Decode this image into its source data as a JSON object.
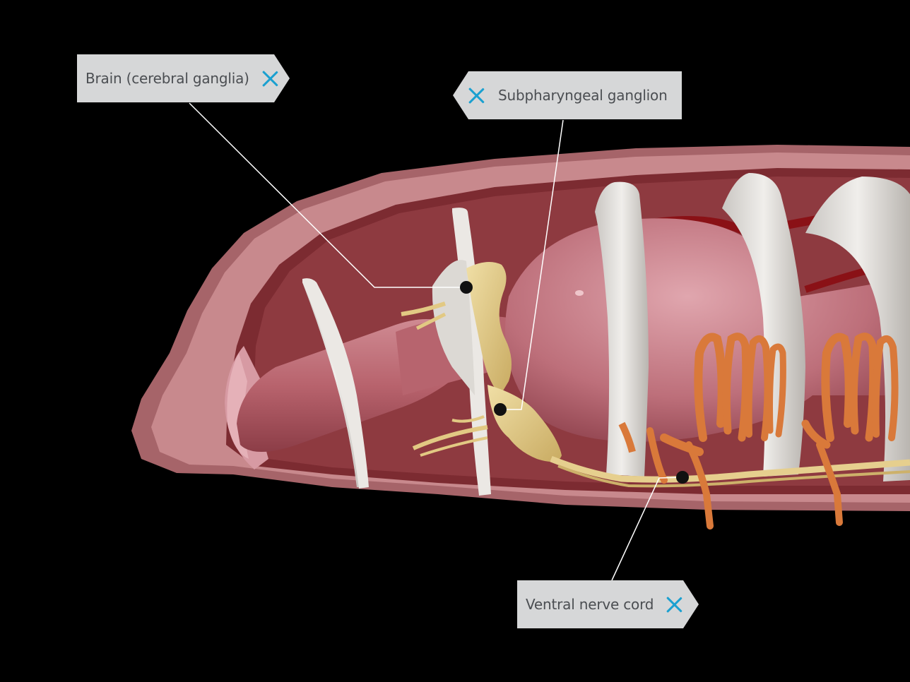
{
  "labels": {
    "brain": {
      "text": "Brain (cerebral ganglia)",
      "close_icon": "close-x-icon"
    },
    "subpharyngeal": {
      "text": "Subpharyngeal ganglion",
      "close_icon": "close-x-icon"
    },
    "ventral": {
      "text": "Ventral nerve cord",
      "close_icon": "close-x-icon"
    }
  },
  "colors": {
    "background": "#000000",
    "label_bg": "#d6d7d8",
    "label_text": "#4b4e52",
    "close_icon": "#1aa0d0",
    "body_wall": "#c98a8c",
    "interior": "#7a2a2e",
    "septa": "#e6e3df",
    "nervous_tissue": "#e6cf8e",
    "nephridia": "#d9793a"
  }
}
